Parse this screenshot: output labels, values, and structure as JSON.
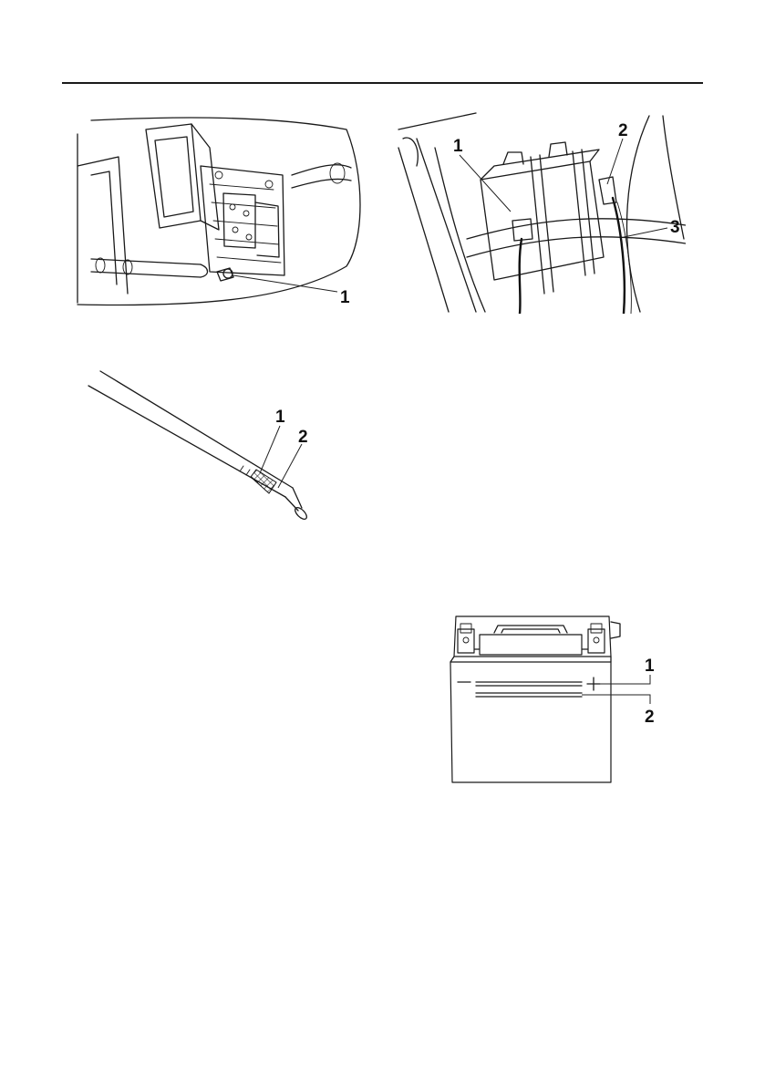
{
  "figures": {
    "engine_view": {
      "callouts": [
        "1"
      ],
      "icon": "engine-oil-filler-illustration"
    },
    "battery_install": {
      "callouts": [
        "1",
        "2",
        "3"
      ],
      "icon": "battery-installation-illustration"
    },
    "dipstick": {
      "callouts": [
        "1",
        "2"
      ],
      "icon": "oil-dipstick-illustration"
    },
    "battery": {
      "callouts": [
        "1",
        "2"
      ],
      "icon": "battery-electrolyte-level-illustration"
    }
  }
}
